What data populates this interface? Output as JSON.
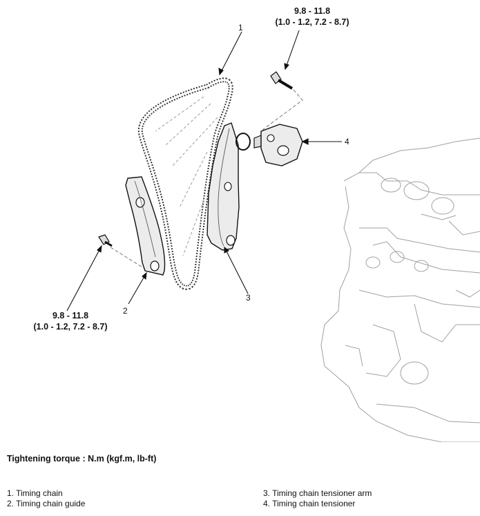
{
  "diagram": {
    "torque_top": {
      "line1": "9.8 - 11.8",
      "line2": "(1.0 - 1.2, 7.2 - 8.7)"
    },
    "torque_left": {
      "line1": "9.8 - 11.8",
      "line2": "(1.0 - 1.2, 7.2 - 8.7)"
    },
    "callouts": [
      "1",
      "2",
      "3",
      "4"
    ]
  },
  "caption": "Tightening torque : N.m (kgf.m, lb-ft)",
  "legend": {
    "items": [
      "1. Timing chain",
      "2. Timing chain guide",
      "3. Timing chain tensioner arm",
      "4. Timing chain tensioner"
    ]
  },
  "colors": {
    "line": "#111111",
    "engine_outline": "#9a9a9a",
    "part_fill": "#e9e9e9"
  }
}
